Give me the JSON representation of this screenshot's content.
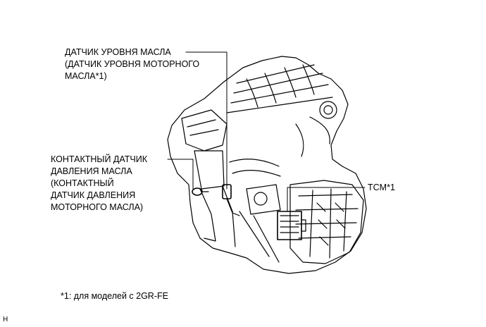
{
  "labels": {
    "oil_level_sensor": [
      "ДАТЧИК УРОВНЯ МАСЛА",
      "(ДАТЧИК УРОВНЯ МОТОРНОГО",
      "МАСЛА*1)"
    ],
    "oil_pressure_switch": [
      "КОНТАКТНЫЙ ДАТЧИК",
      "ДАВЛЕНИЯ МАСЛА",
      "(КОНТАКТНЫЙ",
      "ДАТЧИК ДАВЛЕНИЯ",
      "МОТОРНОГО МАСЛА)"
    ],
    "tcm": "TCM*1"
  },
  "footnote": "*1: для моделей с 2GR-FE",
  "corner_mark": "H"
}
